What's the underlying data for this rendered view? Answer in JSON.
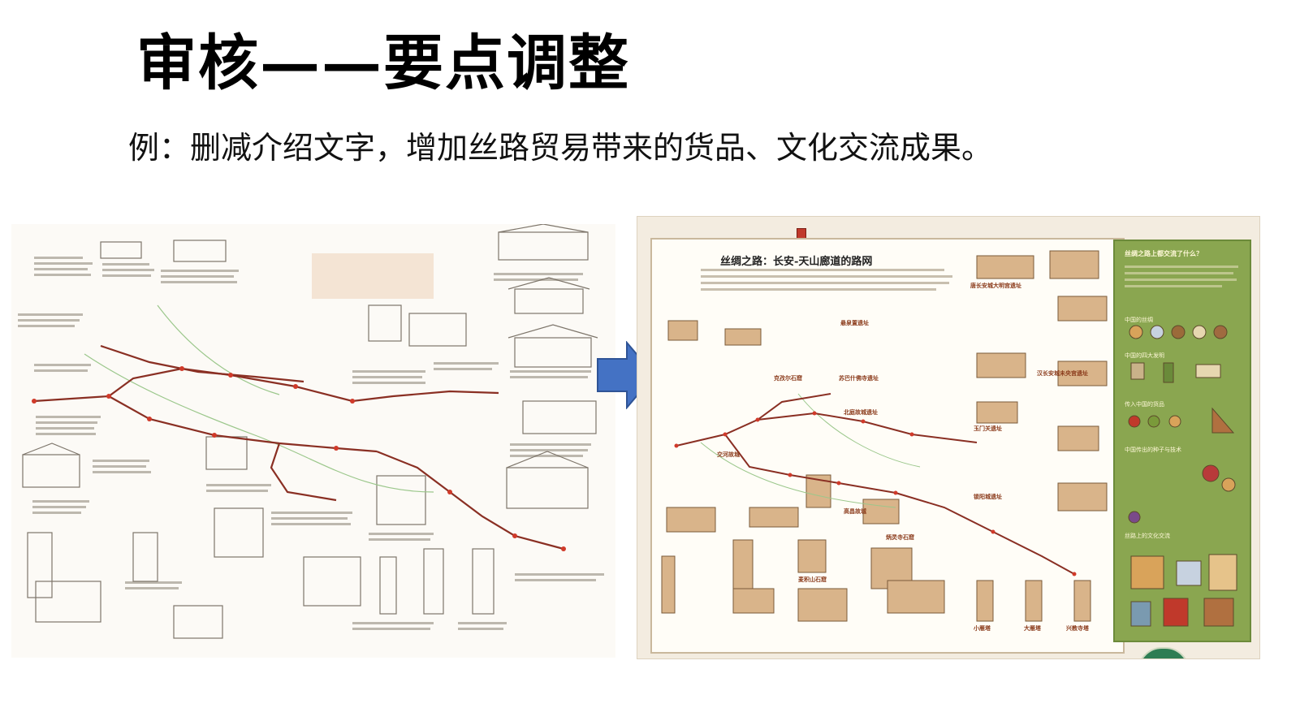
{
  "slide": {
    "title": "审核——要点调整",
    "subtitle": "例：删减介绍文字，增加丝路贸易带来的货品、文化交流成果。"
  },
  "map_after": {
    "title": "丝绸之路：长安-天山廊道的路网",
    "labels": [
      "悬泉置遗址",
      "交河故城",
      "高昌故城",
      "北庭故城遗址",
      "苏巴什佛寺遗址",
      "克孜尔石窟",
      "炳灵寺石窟",
      "小雁塔",
      "大雁塔",
      "兴教寺塔",
      "汉长安城未央宫遗址",
      "唐长安城大明宫遗址",
      "锁阳城遗址",
      "玉门关遗址",
      "麦积山石窟"
    ],
    "panel": {
      "title": "丝绸之路上都交流了什么？",
      "sections": [
        "中国的丝绸",
        "中国的四大发明",
        "传入中国的货品",
        "中国传出的种子与技术",
        "丝路上的文化交流"
      ]
    }
  },
  "colors": {
    "route": "#8a2f23",
    "route_node": "#d03a2a",
    "arrow_fill": "#4472c4",
    "arrow_stroke": "#2f5496",
    "panel_green": "#8aa650"
  }
}
